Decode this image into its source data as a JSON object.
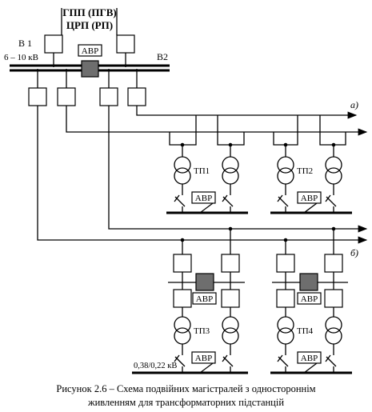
{
  "header": {
    "line1": "ГПП (ПГВ)",
    "line2": "ЦРП  (РП)"
  },
  "labels": {
    "b1": "В 1",
    "b2": "В2",
    "voltage_hv": "6 – 10 кВ",
    "voltage_lv": "0,38/0,22 кВ",
    "variant_a": "а)",
    "variant_b": "б)",
    "avr": "АВР",
    "tp1": "ТП1",
    "tp2": "ТП2",
    "tp3": "ТП3",
    "tp4": "ТП4"
  },
  "caption": {
    "line1": "Рисунок 2.6 – Схема подвійних магістралей з одностороннім",
    "line2": "живленням для трансформаторних підстанцій"
  }
}
